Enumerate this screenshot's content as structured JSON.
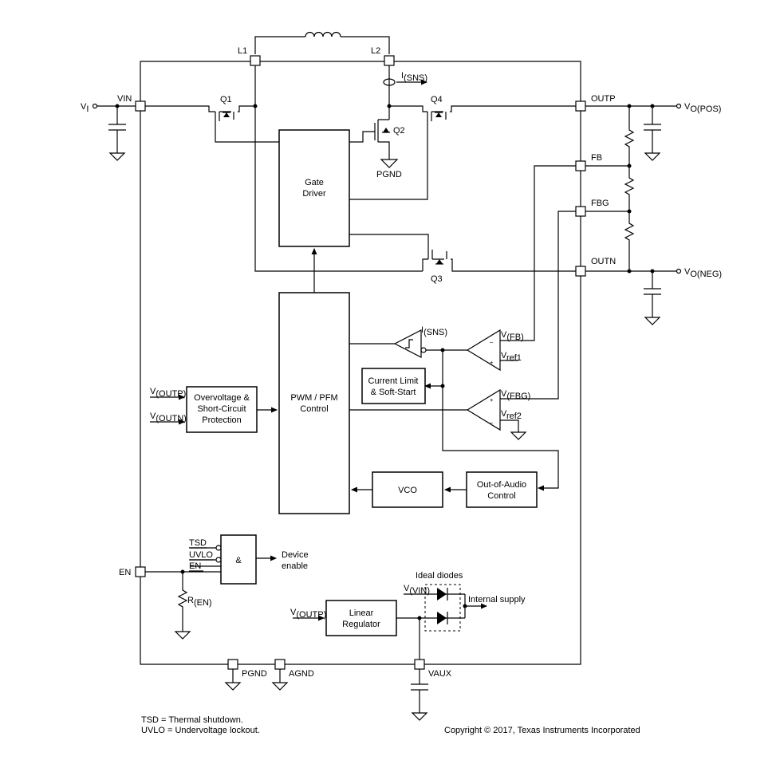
{
  "pins": {
    "vin": "VIN",
    "outp": "OUTP",
    "fb": "FB",
    "fbg": "FBG",
    "outn": "OUTN",
    "en": "EN",
    "pgnd": "PGND",
    "agnd": "AGND",
    "vaux": "VAUX",
    "l1": "L1",
    "l2": "L2"
  },
  "external": {
    "vi": "V",
    "vi_sub": "I",
    "vopos": "V",
    "vopos_sub": "O(POS)",
    "voneg": "V",
    "voneg_sub": "O(NEG)",
    "pgnd_label": "PGND",
    "ren": "R",
    "ren_sub": "(EN)"
  },
  "transistors": {
    "q1": "Q1",
    "q2": "Q2",
    "q3": "Q3",
    "q4": "Q4"
  },
  "blocks": {
    "gate_driver": [
      "Gate",
      "Driver"
    ],
    "pwm_pfm": [
      "PWM / PFM",
      "Control"
    ],
    "current_limit": [
      "Current Limit",
      "& Soft-Start"
    ],
    "ovp": [
      "Overvoltage &",
      "Short-Circuit",
      "Protection"
    ],
    "vco": "VCO",
    "out_of_audio": [
      "Out-of-Audio",
      "Control"
    ],
    "and_gate": "&",
    "linear_regulator": [
      "Linear",
      "Regulator"
    ]
  },
  "signals": {
    "isns": "I",
    "isns_sub": "(SNS)",
    "vfb": "V",
    "vfb_sub": "(FB)",
    "vref1": "V",
    "vref1_sub": "ref1",
    "vfbg": "V",
    "vfbg_sub": "(FBG)",
    "vref2": "V",
    "vref2_sub": "ref2",
    "voutp": "V",
    "voutp_sub": "(OUTP)",
    "voutn": "V",
    "voutn_sub": "(OUTN)",
    "vvin": "V",
    "vvin_sub": "(VIN)",
    "tsd": "TSD",
    "uvlo": "UVLO",
    "en": "EN",
    "device_enable": [
      "Device",
      "enable"
    ],
    "ideal_diodes": "Ideal diodes",
    "internal_supply": "Internal supply"
  },
  "footnotes": {
    "tsd": "TSD = Thermal shutdown.",
    "uvlo": "UVLO = Undervoltage lockout.",
    "copyright": "Copyright © 2017, Texas Instruments Incorporated"
  }
}
